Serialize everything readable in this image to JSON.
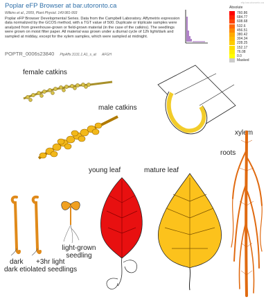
{
  "header": {
    "title": "Poplar eFP Browser at bar.utoronto.ca",
    "citation": "Wilkins et al., 2009, Plant Physiol. 149:981-993",
    "description": "Poplar eFP Browser Developmental Series. Data from the Campbell Laboratory. Affymetrix expression data normalized by the GCOS method, with a TGT value of 500. Duplicate or triplicate samples were analyzed from greenhouse-grown or field-grown material (in the case of the catkins). The seedlings were grown on moist filter paper. All material was grown under a diurnal cycle of 12h light/dark and sampled at midday, except for the xylem samples, which were sampled at midnight.",
    "gene_id": "POPTR_0006s23840",
    "probe_id": "PtpAffx.3131.1.A1_s_at",
    "agi": "AFGH"
  },
  "watermark": "efp.bar.utoronto.ca",
  "legend": {
    "title": "Absolute",
    "items": [
      {
        "label": "760.86",
        "color": "#ff0000"
      },
      {
        "label": "684.77",
        "color": "#ff2200"
      },
      {
        "label": "608.68",
        "color": "#ff4400"
      },
      {
        "label": "532.6",
        "color": "#ff6600"
      },
      {
        "label": "456.51",
        "color": "#ff8800"
      },
      {
        "label": "380.42",
        "color": "#ffaa00"
      },
      {
        "label": "304.34",
        "color": "#ffbb00"
      },
      {
        "label": "228.25",
        "color": "#ffcc00"
      },
      {
        "label": "152.17",
        "color": "#ffdd00"
      },
      {
        "label": "76.08",
        "color": "#ffee00"
      },
      {
        "label": "0.0",
        "color": "#ffff00"
      },
      {
        "label": "Masked",
        "color": "#cccccc"
      }
    ]
  },
  "tissues": {
    "female_catkins": "female catkins",
    "male_catkins": "male catkins",
    "xylem": "xylem",
    "young_leaf": "young leaf",
    "mature_leaf": "mature leaf",
    "roots": "roots",
    "light_grown_seedling": "light-grown seedling",
    "dark_etiolated": "dark etiolated seedlings",
    "light_3hr": "+3hr light",
    "dark": "dark"
  }
}
